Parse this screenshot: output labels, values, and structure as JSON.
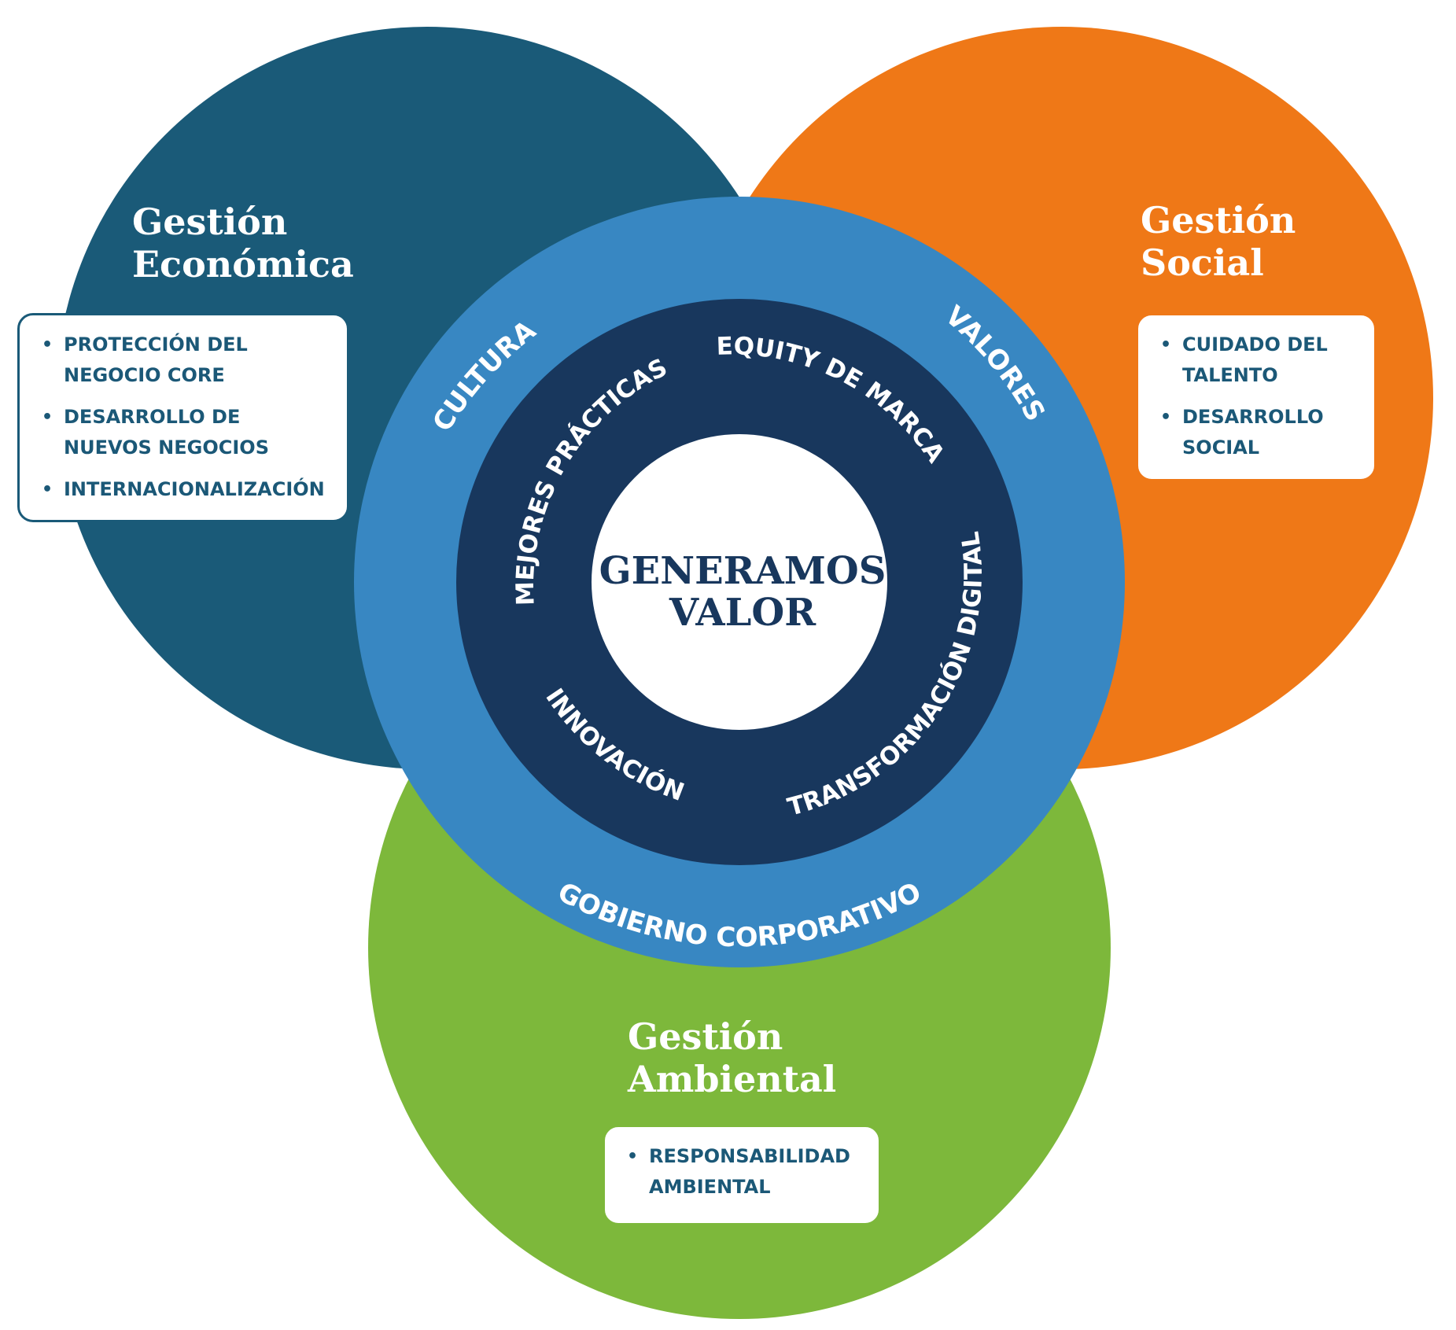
{
  "colors": {
    "economic": "#1a5a78",
    "social": "#ef7817",
    "environmental": "#7db83b",
    "outer_ring": "#3887c2",
    "inner_ring": "#18375d",
    "center": "#ffffff",
    "card_text": "#1b5877"
  },
  "center": {
    "line1": "GENERAMOS",
    "line2": "VALOR"
  },
  "outer_ring_labels": {
    "cultura": "CULTURA",
    "valores": "VALORES",
    "gobierno": "GOBIERNO CORPORATIVO"
  },
  "inner_ring_labels": {
    "mejores": "MEJORES PRÁCTICAS",
    "equity": "EQUITY DE MARCA",
    "transformacion": "TRANSFORMACIÓN DIGITAL",
    "innovacion": "INNOVACIÓN"
  },
  "pillars": {
    "economic": {
      "title_line1": "Gestión",
      "title_line2": "Económica",
      "items": [
        "PROTECCIÓN DEL NEGOCIO CORE",
        "DESARROLLO DE NUEVOS NEGOCIOS",
        "INTERNACIONALIZACIÓN"
      ]
    },
    "social": {
      "title_line1": "Gestión",
      "title_line2": "Social",
      "items": [
        "CUIDADO DEL TALENTO",
        "DESARROLLO SOCIAL"
      ]
    },
    "environmental": {
      "title_line1": "Gestión",
      "title_line2": "Ambiental",
      "items": [
        "RESPONSABILIDAD AMBIENTAL"
      ]
    }
  },
  "bullet_char": "•"
}
